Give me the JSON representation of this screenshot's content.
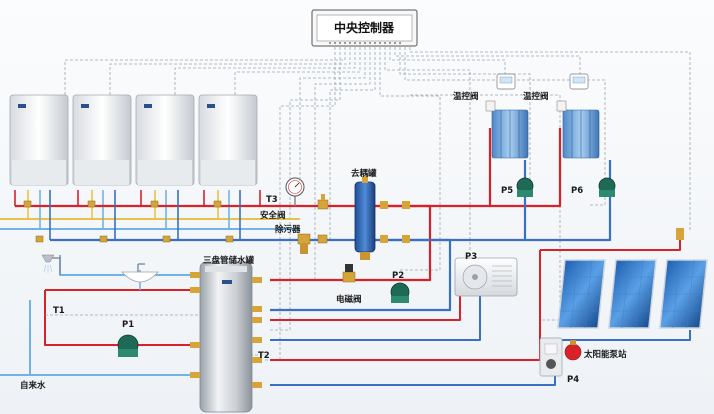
{
  "diagram": {
    "controller_label": "中央控制器",
    "labels": {
      "thermostat_valve": "温控阀",
      "thermostat_valve_2": "温控阀",
      "separator": "去耦罐",
      "safety_valve": "安全阀",
      "strainer": "除污器",
      "t3": "T3",
      "tank": "三盘管储水罐",
      "solenoid": "电磁阀",
      "p1": "P1",
      "p2": "P2",
      "p3": "P3",
      "p4": "P4",
      "p5": "P5",
      "p6": "P6",
      "t1": "T1",
      "t2": "T2",
      "tap_water": "自来水",
      "solar_station": "太阳能泵站"
    },
    "colors": {
      "hot_pipe": "#d9212a",
      "return_pipe": "#3b6fc0",
      "cold_pipe": "#6fb4e8",
      "yellow_pipe": "#e8c34a",
      "control_wire": "#9aa7b4"
    }
  }
}
